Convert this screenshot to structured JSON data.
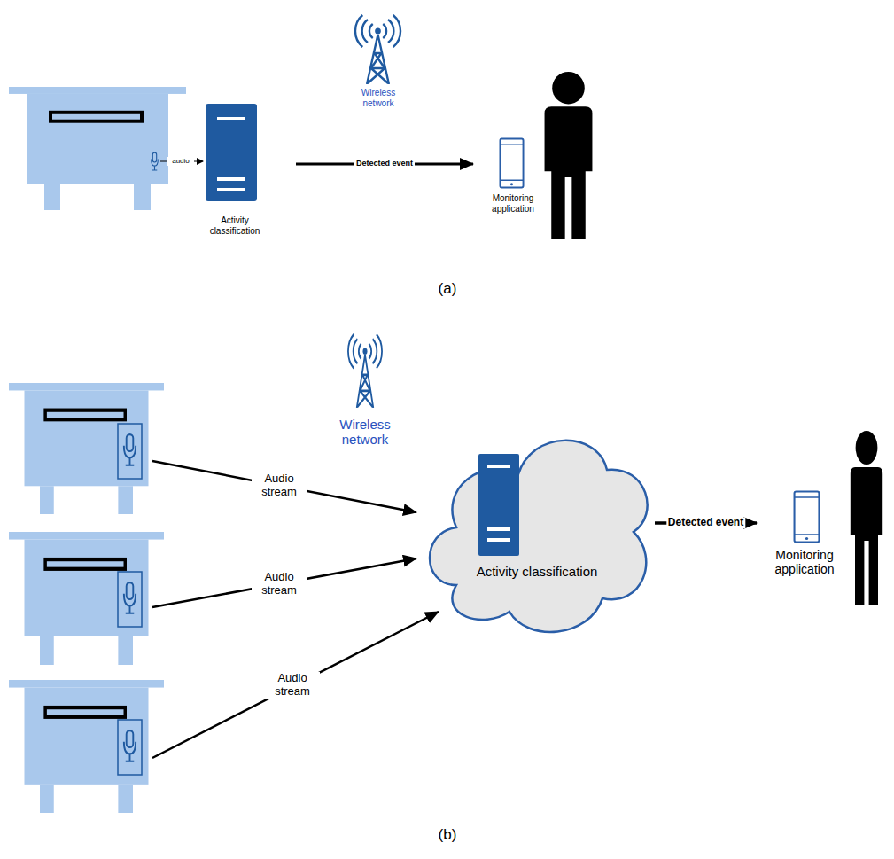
{
  "diagram": {
    "nodes": [
      {
        "text": [
          "Activity classification"
        ]
      },
      {
        "text": [
          "Monitoring application"
        ]
      },
      {
        "text": [
          "Activity classification"
        ]
      },
      {
        "text": [
          "Monitoring application"
        ]
      }
    ],
    "edges": [
      {
        "from": 0,
        "to": 1,
        "label": "Detected event",
        "arrow": "to"
      },
      {
        "from": 2,
        "to": 3,
        "label": "Detected event",
        "arrow": "to"
      }
    ],
    "labels": [
      "Wireless network",
      "audio",
      "(a)",
      "Wireless network",
      "Audio stream",
      "Audio stream",
      "Audio stream",
      "(b)"
    ]
  }
}
